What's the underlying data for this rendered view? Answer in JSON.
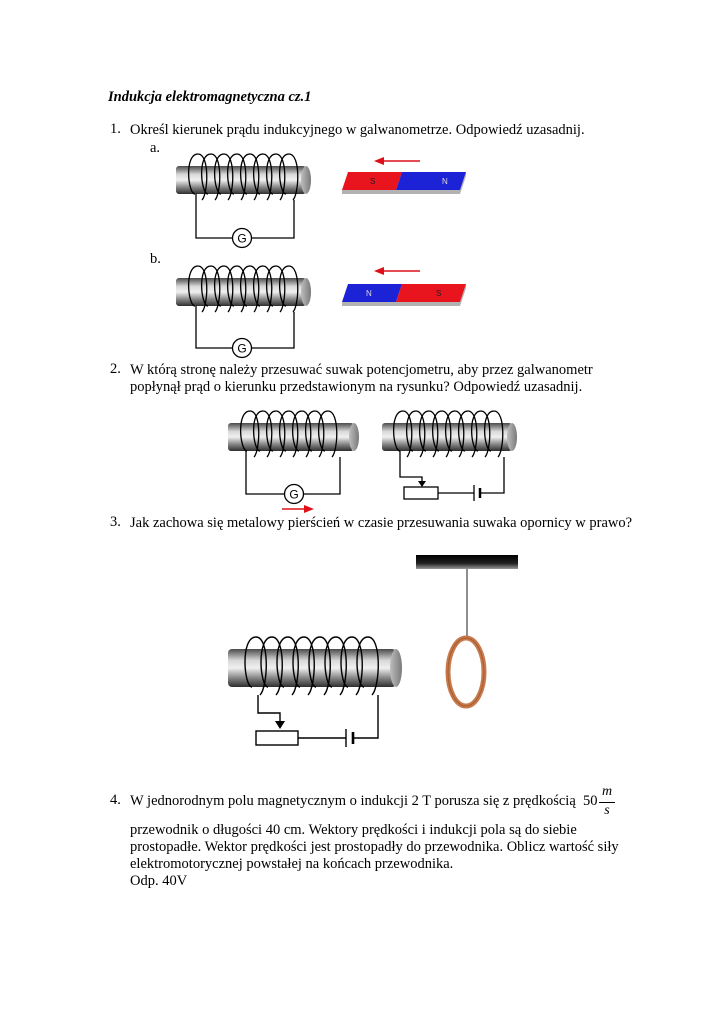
{
  "title": "Indukcja elektromagnetyczna cz.1",
  "q1": {
    "num": "1.",
    "text": "Określ kierunek prądu indukcyjnego w galwanometrze. Odpowiedź uzasadnij.",
    "a": "a.",
    "b": "b.",
    "galv": "G",
    "pole_a_red": "S",
    "pole_a_blue": "N",
    "pole_b_blue": "N",
    "pole_b_red": "S"
  },
  "q2": {
    "num": "2.",
    "line1": "W którą stronę należy przesuwać suwak potencjometru, aby przez galwanometr",
    "line2": "popłynął prąd o kierunku przedstawionym na rysunku? Odpowiedź uzasadnij.",
    "galv": "G"
  },
  "q3": {
    "num": "3.",
    "text": "Jak zachowa się metalowy pierścień w czasie przesuwania suwaka opornicy w prawo?"
  },
  "q4": {
    "num": "4.",
    "line1": "W jednorodnym polu magnetycznym o indukcji 2 T porusza się z prędkością",
    "value": "50",
    "unit_num": "m",
    "unit_den": "s",
    "line2": "przewodnik o długości 40 cm. Wektory prędkości i indukcji pola są do siebie",
    "line3": "prostopadłe. Wektor prędkości jest prostopadły do przewodnika. Oblicz wartość siły",
    "line4": "elektromotorycznej powstałej na końcach przewodnika.",
    "answer": "Odp. 40V"
  },
  "colors": {
    "magnet_red": "#e8141e",
    "magnet_blue": "#1c22d6",
    "arrow_red": "#e0101a",
    "ring": "#c8794a"
  }
}
